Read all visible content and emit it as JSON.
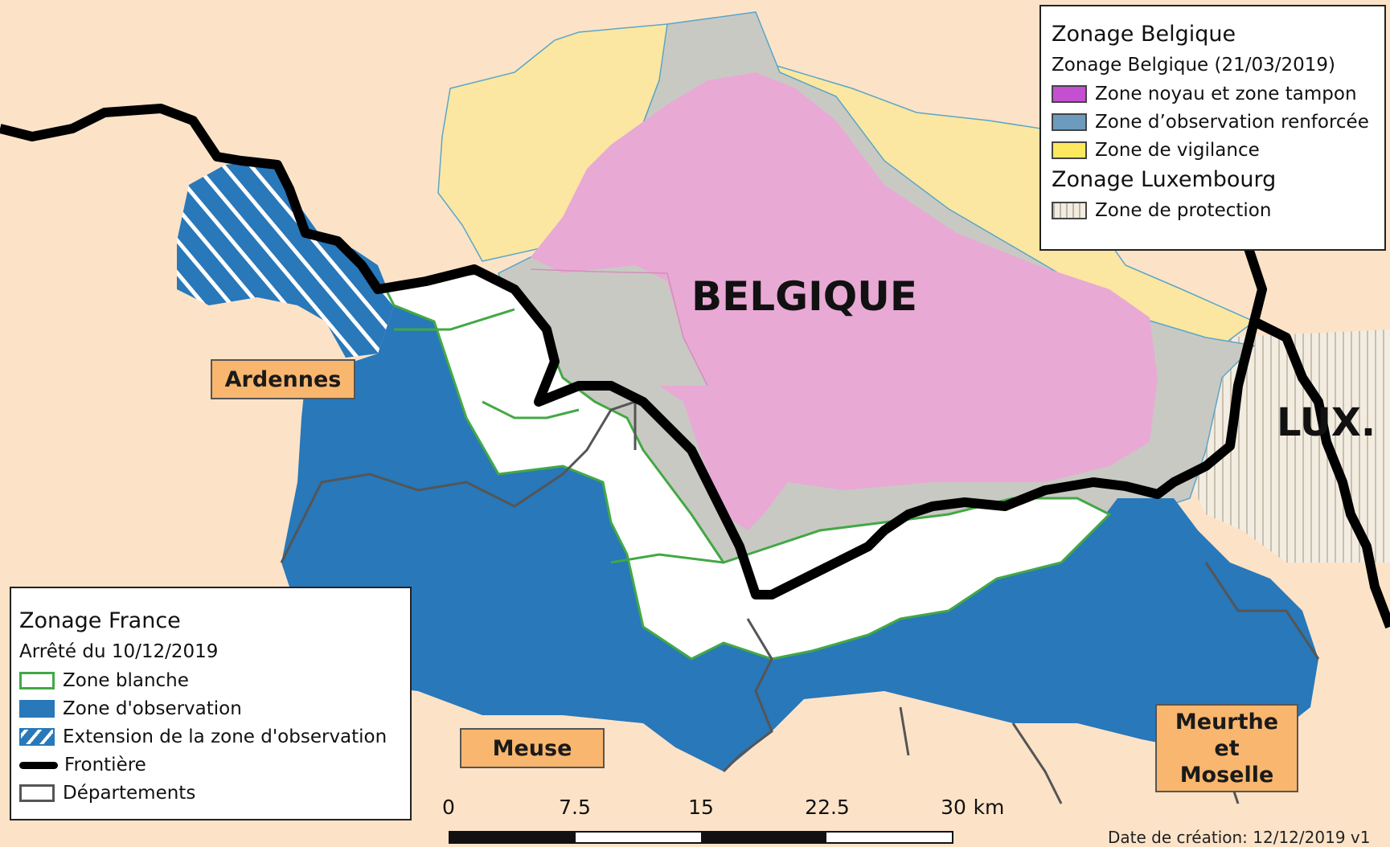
{
  "map": {
    "country_labels": {
      "belgium": "BELGIQUE",
      "luxembourg": "LUX."
    },
    "department_labels": {
      "ardennes": "Ardennes",
      "meuse": "Meuse",
      "meurthe_line1": "Meurthe",
      "meurthe_line2": "et",
      "meurthe_line3": "Moselle"
    },
    "colors": {
      "france_background": "#fce3c8",
      "zone_noyau": "#e8a9d5",
      "zone_observation_renforcee": "#c9c9c4",
      "zone_vigilance": "#fbe7a1",
      "zone_blanche": "#ffffff",
      "zone_observation": "#2878ba",
      "border": "#000000",
      "departement_line": "#555555"
    }
  },
  "legend_belgium": {
    "title": "Zonage Belgique",
    "subtitle": "Zonage Belgique (21/03/2019)",
    "items": [
      {
        "label": "Zone noyau et zone tampon",
        "color": "#c44fd0"
      },
      {
        "label": "Zone d’observation renforcée",
        "color": "#6c9bbd"
      },
      {
        "label": "Zone de vigilance",
        "color": "#fbe85f"
      }
    ],
    "lux_title": "Zonage Luxembourg",
    "lux_items": [
      {
        "label": "Zone de protection"
      }
    ]
  },
  "legend_france": {
    "title": "Zonage France",
    "subtitle": "Arrêté du 10/12/2019",
    "items": [
      {
        "label": "Zone blanche"
      },
      {
        "label": "Zone d'observation"
      },
      {
        "label": "Extension de la zone d'observation"
      },
      {
        "label": "Frontière"
      },
      {
        "label": "Départements"
      }
    ]
  },
  "scale": {
    "ticks": [
      "0",
      "7.5",
      "15",
      "22.5",
      "30"
    ],
    "unit": "km"
  },
  "footer": {
    "creation_date": "Date de création: 12/12/2019 v1"
  }
}
